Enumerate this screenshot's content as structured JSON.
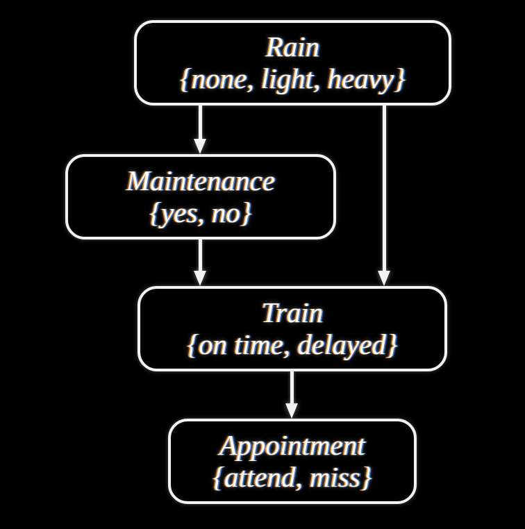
{
  "diagram": {
    "type": "directed-acyclic-graph",
    "title": "",
    "background_color": "#000000",
    "node_border_color": "#f2f2f2",
    "text_color": "#ffffff",
    "nodes": [
      {
        "id": "rain",
        "name": "Rain",
        "states_text": "{none, light, heavy}",
        "states": [
          "none",
          "light",
          "heavy"
        ]
      },
      {
        "id": "maintenance",
        "name": "Maintenance",
        "states_text": "{yes, no}",
        "states": [
          "yes",
          "no"
        ]
      },
      {
        "id": "train",
        "name": "Train",
        "states_text": "{on time, delayed}",
        "states": [
          "on time",
          "delayed"
        ]
      },
      {
        "id": "appointment",
        "name": "Appointment",
        "states_text": "{attend, miss}",
        "states": [
          "attend",
          "miss"
        ]
      }
    ],
    "edges": [
      {
        "id": "rain-maintenance",
        "from": "Rain",
        "to": "Maintenance",
        "arrow": "down-arrow-icon"
      },
      {
        "id": "rain-train",
        "from": "Rain",
        "to": "Train",
        "arrow": "down-arrow-icon"
      },
      {
        "id": "maintenance-train",
        "from": "Maintenance",
        "to": "Train",
        "arrow": "down-arrow-icon"
      },
      {
        "id": "train-appointment",
        "from": "Train",
        "to": "Appointment",
        "arrow": "down-arrow-icon"
      }
    ]
  }
}
